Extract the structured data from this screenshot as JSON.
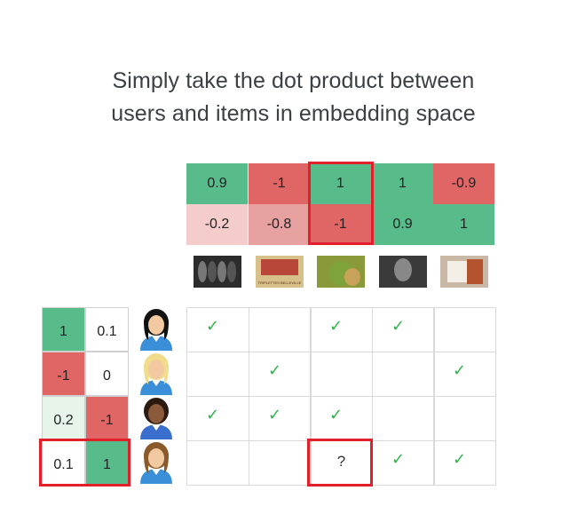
{
  "title_lines": [
    "Simply take the dot product between",
    "users and items in embedding space"
  ],
  "colors": {
    "green": "#57bb8a",
    "red": "#e06666",
    "light_red": "#f4cccc",
    "mid_red": "#e8a1a1",
    "pale_green": "#e6f4ea",
    "white": "#ffffff",
    "highlight": "#e2202c",
    "check": "#32b24b"
  },
  "item_embeddings": {
    "row1": [
      "0.9",
      "-1",
      "1",
      "1",
      "-0.9"
    ],
    "row2": [
      "-0.2",
      "-0.8",
      "-1",
      "0.9",
      "1"
    ]
  },
  "movie_icons": [
    "movie-poster-1-icon",
    "movie-poster-2-icon",
    "movie-poster-3-icon",
    "movie-poster-4-icon",
    "movie-poster-5-icon"
  ],
  "movie_poster_texts": [
    "",
    "TRIPLETTES BELLEVILLE",
    "",
    "",
    ""
  ],
  "user_embeddings": [
    [
      "1",
      "0.1"
    ],
    [
      "-1",
      "0"
    ],
    [
      "0.2",
      "-1"
    ],
    [
      "0.1",
      "1"
    ]
  ],
  "user_icons": [
    "user-1-icon",
    "user-2-icon",
    "user-3-icon",
    "user-4-icon"
  ],
  "matrix": [
    [
      "✓",
      "",
      "✓",
      "✓",
      ""
    ],
    [
      "",
      "✓",
      "",
      "",
      "✓"
    ],
    [
      "✓",
      "✓",
      "✓",
      "",
      ""
    ],
    [
      "",
      "",
      "?",
      "✓",
      "✓"
    ]
  ]
}
